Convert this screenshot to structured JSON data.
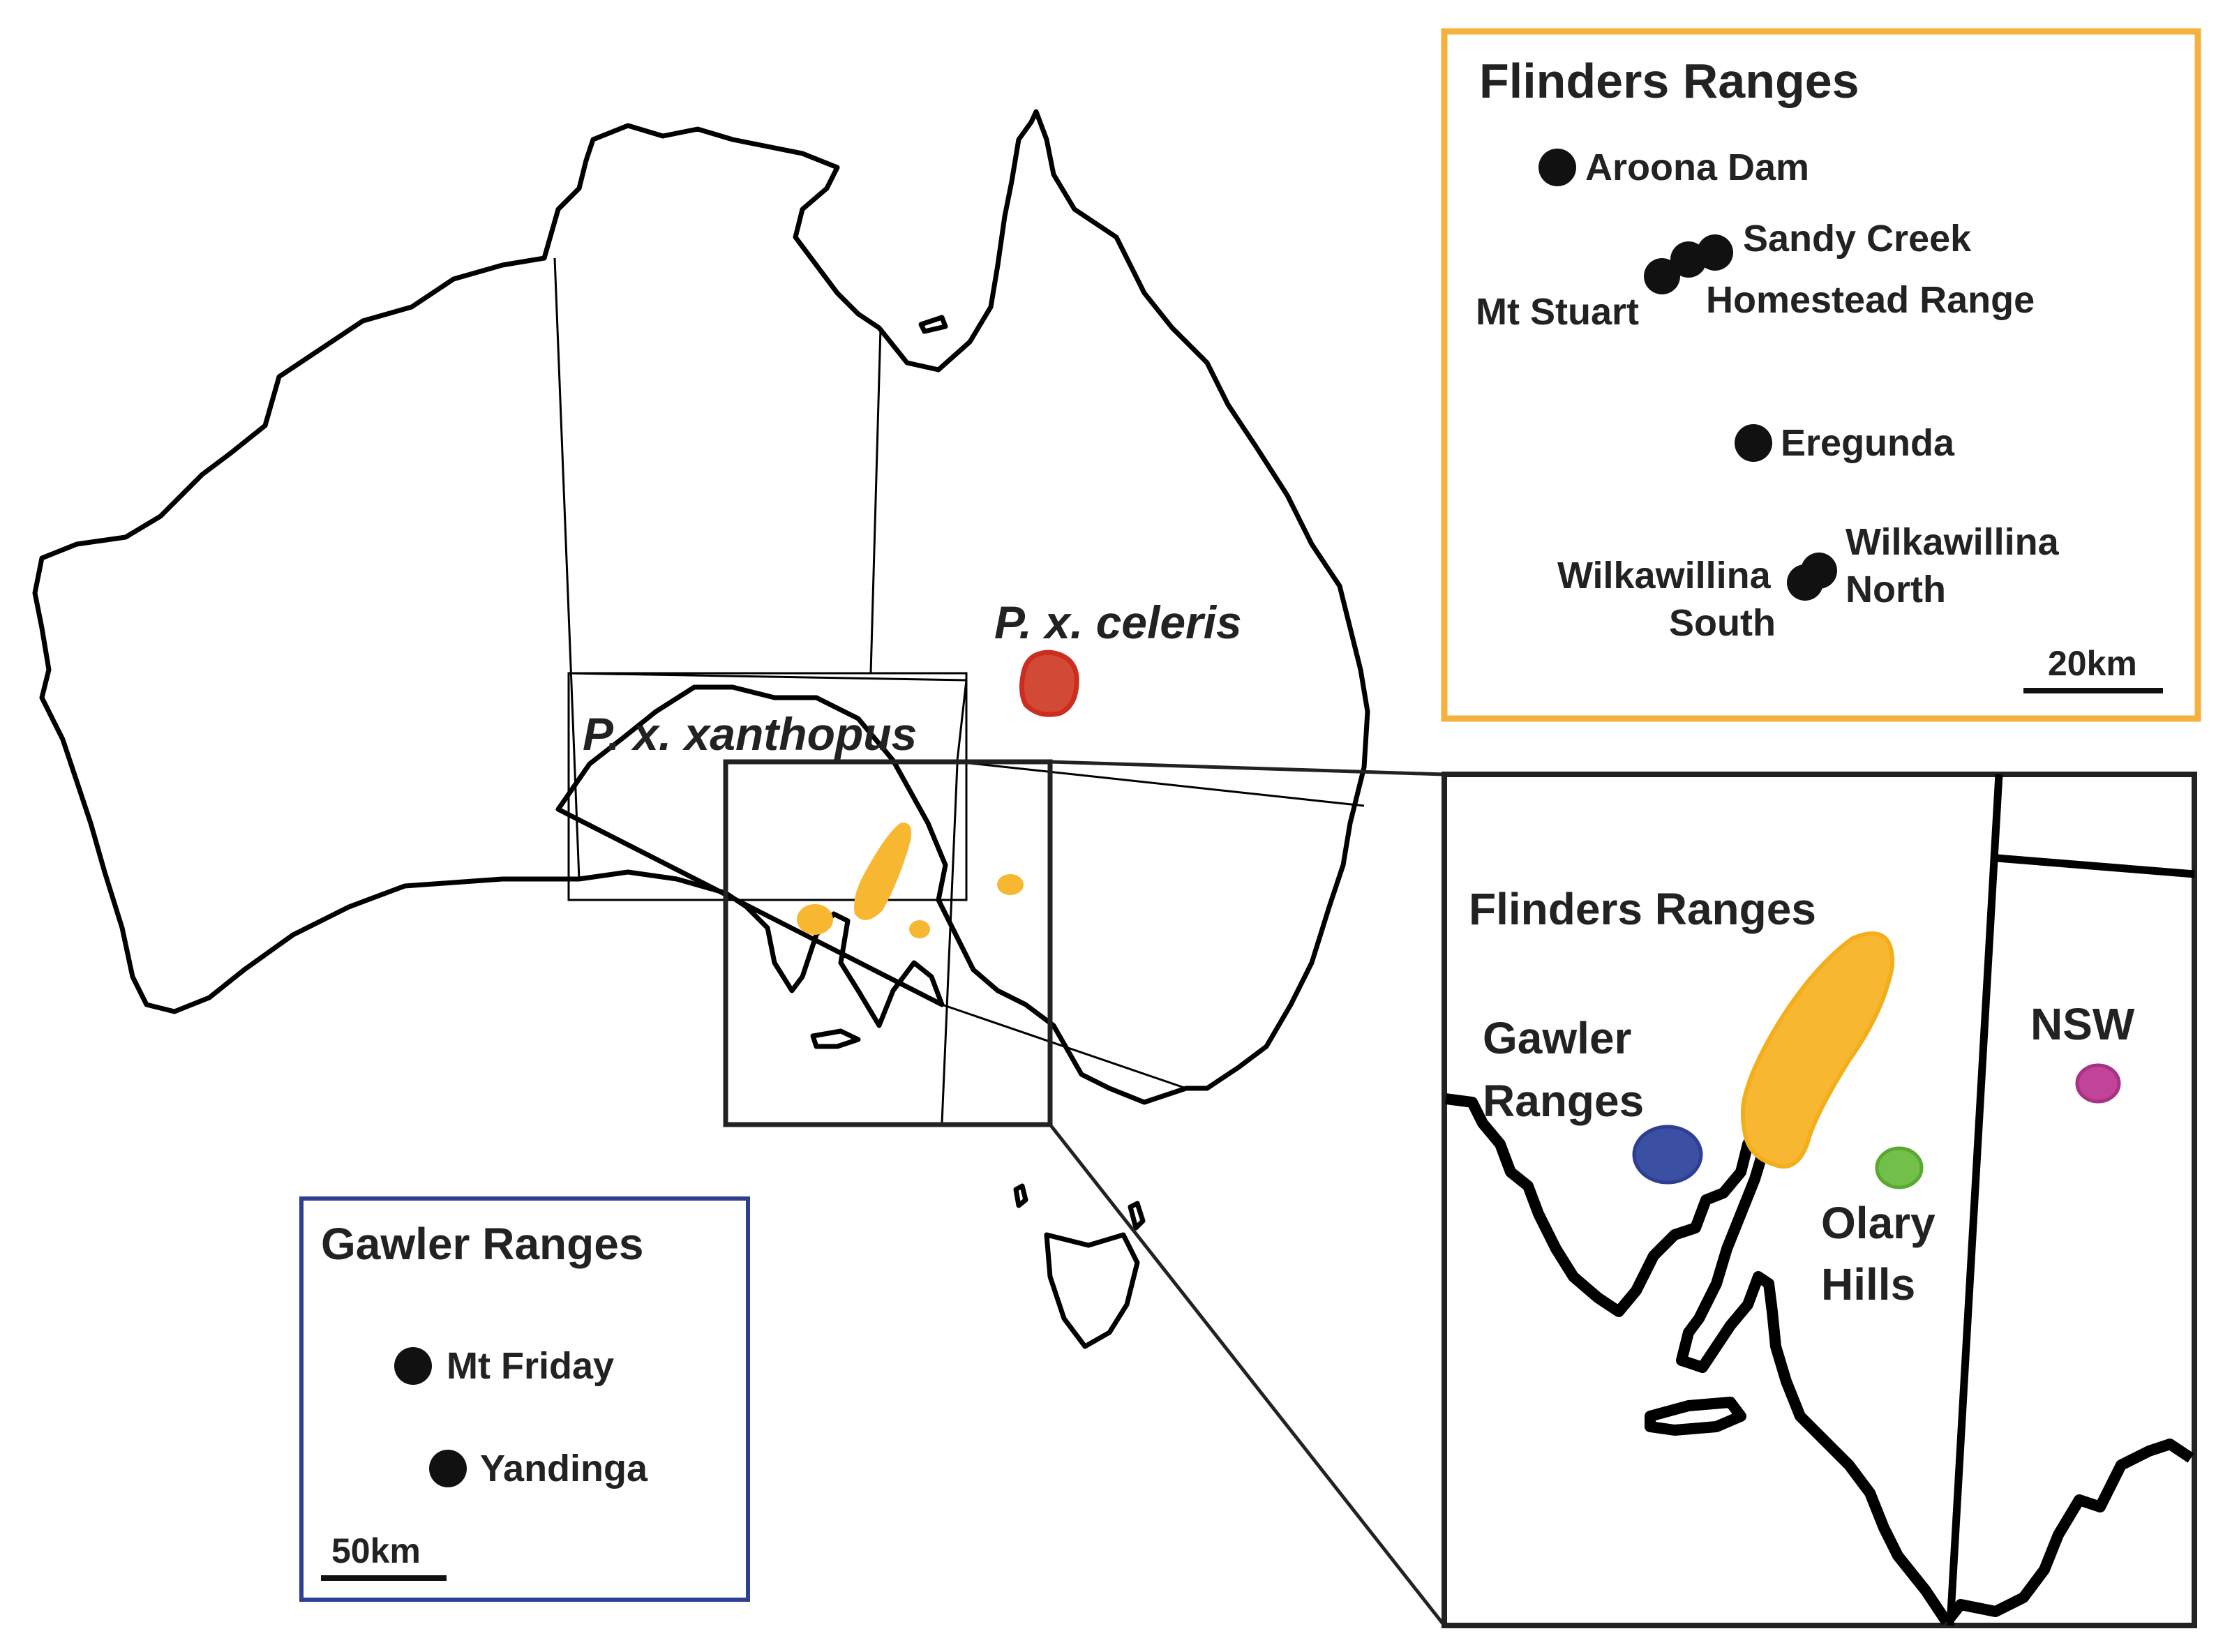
{
  "colors": {
    "flinders": "#f7b731",
    "flinders_stroke": "#f3ae1c",
    "gawler": "#3b4fa3",
    "olary": "#72c04a",
    "nsw": "#c2439a",
    "celeris": "#d24a35",
    "celeris_stroke": "#cc2d1f",
    "gawler_box": "#2e3f91",
    "flinders_box": "#f4b13e"
  },
  "main_map": {
    "subspecies": [
      {
        "label": "P. x. celeris"
      },
      {
        "label": "P. x. xanthopus"
      }
    ]
  },
  "inset_flinders": {
    "title": "Flinders Ranges",
    "sites": [
      {
        "label": "Aroona Dam"
      },
      {
        "label": "Sandy Creek"
      },
      {
        "label": "Mt Stuart"
      },
      {
        "label": "Homestead Range"
      },
      {
        "label": "Eregunda"
      },
      {
        "label": "Wilkawillina North",
        "lines": [
          "Wilkawillina",
          "North"
        ]
      },
      {
        "label": "Wilkawillina South",
        "lines": [
          "Wilkawillina",
          "South"
        ]
      }
    ],
    "scale": "20km"
  },
  "inset_gawler": {
    "title": "Gawler Ranges",
    "sites": [
      {
        "label": "Mt Friday"
      },
      {
        "label": "Yandinga"
      }
    ],
    "scale": "50km"
  },
  "zoom": {
    "regions": [
      {
        "label": "Flinders Ranges"
      },
      {
        "label": "Gawler Ranges",
        "lines": [
          "Gawler",
          "Ranges"
        ]
      },
      {
        "label": "Olary Hills",
        "lines": [
          "Olary",
          "Hills"
        ]
      },
      {
        "label": "NSW"
      }
    ]
  }
}
